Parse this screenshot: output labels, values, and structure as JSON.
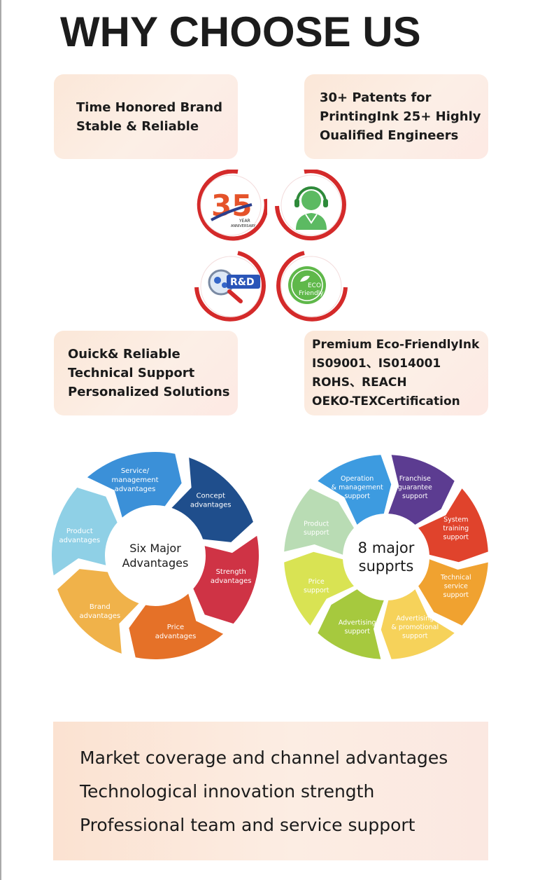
{
  "title": "WHY CHOOSE US",
  "cards": {
    "top_left": [
      "Time Honored Brand",
      "Stable & Reliable"
    ],
    "top_right": [
      "30+ Patents for",
      "PrintingInk 25+ Highly",
      "Oualified Engineers"
    ],
    "bottom_left": [
      "Ouick& Reliable",
      "Technical Support",
      "Personalized Solutions"
    ],
    "bottom_right": [
      "Premium Eco-FriendlyInk",
      "IS09001、IS014001",
      "ROHS、REACH",
      "OEKO-TEXCertification"
    ]
  },
  "badges": {
    "anniversary": {
      "number": "35",
      "line1": "YEAR",
      "line2": "ANNIVERSARY"
    },
    "rd": {
      "label": "R&D"
    },
    "eco": {
      "line1": "ECO",
      "line2": "Friendly"
    }
  },
  "wheel_six": {
    "center": [
      "Six Major",
      "Advantages"
    ],
    "segments": [
      {
        "lines": [
          "Concept",
          "advantages"
        ],
        "color": "#1f4e8c"
      },
      {
        "lines": [
          "Strength",
          "advantages"
        ],
        "color": "#cf3345"
      },
      {
        "lines": [
          "Price",
          "advantages"
        ],
        "color": "#e57128"
      },
      {
        "lines": [
          "Brand",
          "advantages"
        ],
        "color": "#f0b24a"
      },
      {
        "lines": [
          "Product",
          "advantages"
        ],
        "color": "#8fd0e6"
      },
      {
        "lines": [
          "Service/",
          "management",
          "advantages"
        ],
        "color": "#3b90d8"
      }
    ]
  },
  "wheel_eight": {
    "center": [
      "8 major",
      "supprts"
    ],
    "segments": [
      {
        "lines": [
          "Franchise",
          "guarantee",
          "support"
        ],
        "color": "#5c3c91"
      },
      {
        "lines": [
          "System",
          "training",
          "support"
        ],
        "color": "#e0432c"
      },
      {
        "lines": [
          "Technical",
          "service",
          "support"
        ],
        "color": "#f0a230"
      },
      {
        "lines": [
          "Advertising",
          "& promotional",
          "support"
        ],
        "color": "#f6d25a"
      },
      {
        "lines": [
          "Advertising",
          "support"
        ],
        "color": "#a6c93e"
      },
      {
        "lines": [
          "Price",
          "support"
        ],
        "color": "#d9e353"
      },
      {
        "lines": [
          "Product",
          "support"
        ],
        "color": "#b9dcb4"
      },
      {
        "lines": [
          "Operation",
          "& management",
          "support"
        ],
        "color": "#3d9be0"
      }
    ]
  },
  "bottom_lines": [
    "Market coverage and channel advantages",
    "Technological innovation strength",
    "Professional team and service support"
  ]
}
